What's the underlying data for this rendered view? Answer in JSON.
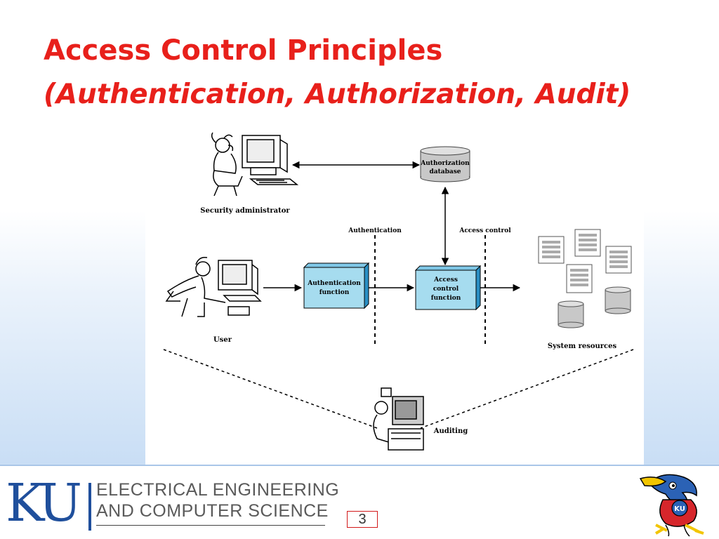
{
  "slide": {
    "title": "Access Control Principles",
    "subtitle": "(Authentication, Authorization, Audit)",
    "page_number": "3"
  },
  "diagram": {
    "labels": {
      "security_administrator": "Security administrator",
      "authorization_database_line1": "Authorization",
      "authorization_database_line2": "database",
      "authentication": "Authentication",
      "access_control": "Access control",
      "authentication_function_line1": "Authentication",
      "authentication_function_line2": "function",
      "access_control_function_line1": "Access",
      "access_control_function_line2": "control",
      "access_control_function_line3": "function",
      "user": "User",
      "system_resources": "System resources",
      "auditing": "Auditing"
    },
    "colors": {
      "function_box": "#a6dcef",
      "function_box_side": "#2a8fc4",
      "database": "#c8c8c8"
    }
  },
  "footer": {
    "logo_text": "KU",
    "department_line1": "ELECTRICAL ENGINEERING",
    "department_line2": "AND COMPUTER SCIENCE",
    "mascot_badge": "KU"
  }
}
